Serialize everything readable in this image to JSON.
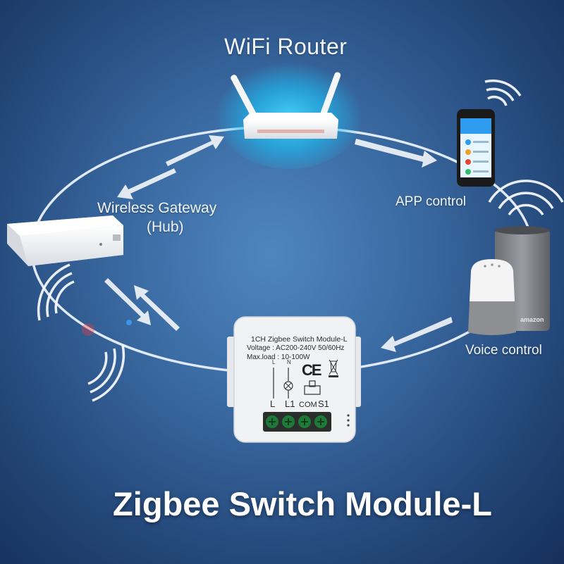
{
  "labels": {
    "router": "WiFi Router",
    "gateway_line1": "Wireless Gateway",
    "gateway_line2": "(Hub)",
    "app": "APP control",
    "voice": "Voice control"
  },
  "module": {
    "title": "1CH Zigbee Switch Module-L",
    "voltage": "Voltage : AC200-240V 50/60Hz",
    "max_load": "Max.load : 10-100W",
    "mark_l": "L",
    "mark_n": "N",
    "ce": "CE",
    "terminals": {
      "l": "L",
      "l1": "L1",
      "com": "COM",
      "s1": "S1"
    }
  },
  "speaker_brand": "amazon",
  "main_title": "Zigbee Switch Module-L",
  "colors": {
    "background": "#3a6aa2",
    "ring": "#e9f1fb",
    "router_glow": "#27c3f0",
    "terminal_green": "#1f7a3a"
  },
  "icons": [
    "router-icon",
    "gateway-icon",
    "phone-icon",
    "speaker-icon",
    "smart-speaker-icon",
    "switch-module-icon",
    "wifi-signal-icon",
    "arrow-icon"
  ]
}
